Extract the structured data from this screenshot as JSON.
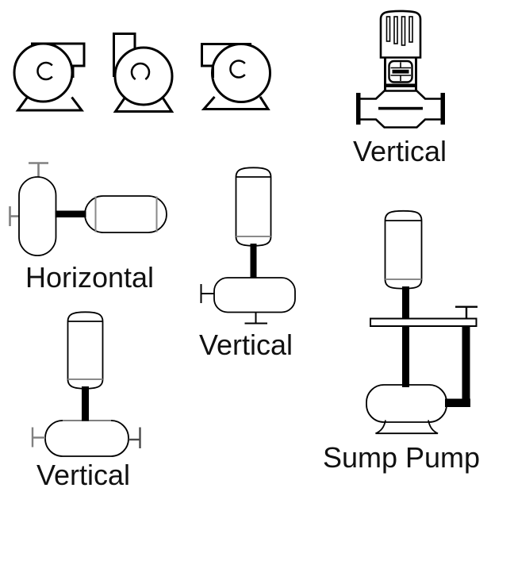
{
  "diagram": {
    "background": "#ffffff",
    "line_color": "#000000",
    "nozzle_line_color": "#808080",
    "label_color": "#111111",
    "labels": {
      "inline_vertical": "Vertical",
      "horizontal": "Horizontal",
      "vertical_middle": "Vertical",
      "vertical_bottom_left": "Vertical",
      "sump": "Sump Pump"
    }
  }
}
